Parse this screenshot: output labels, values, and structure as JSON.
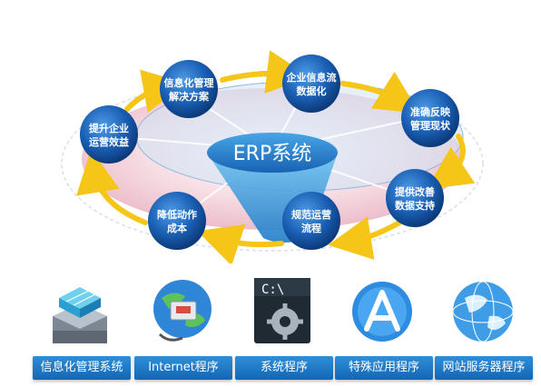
{
  "center": {
    "label": "ERP系统"
  },
  "nodes": [
    {
      "lines": [
        "信息化管理",
        "解决方案"
      ]
    },
    {
      "lines": [
        "企业信息流",
        "数据化"
      ]
    },
    {
      "lines": [
        "准确反映",
        "管理现状"
      ]
    },
    {
      "lines": [
        "提供改善",
        "数据支持"
      ]
    },
    {
      "lines": [
        "规范运营",
        "流程"
      ]
    },
    {
      "lines": [
        "降低动作",
        "成本"
      ]
    },
    {
      "lines": [
        "提升企业",
        "运营效益"
      ]
    }
  ],
  "tiles": [
    {
      "label": "信息化管理系统",
      "icon": "server-stack-icon"
    },
    {
      "label": "Internet程序",
      "icon": "network-globe-icon"
    },
    {
      "label": "系统程序",
      "icon": "terminal-gear-icon",
      "icon_text": "C:\\"
    },
    {
      "label": "特殊应用程序",
      "icon": "app-store-icon"
    },
    {
      "label": "网站服务器程序",
      "icon": "web-globe-icon"
    }
  ],
  "colors": {
    "node_blue": "#1a5fb4",
    "arrow_yellow": "#f5c518",
    "tile_blue": "#1e7bc8",
    "disc_pink": "#f3c9d3"
  }
}
